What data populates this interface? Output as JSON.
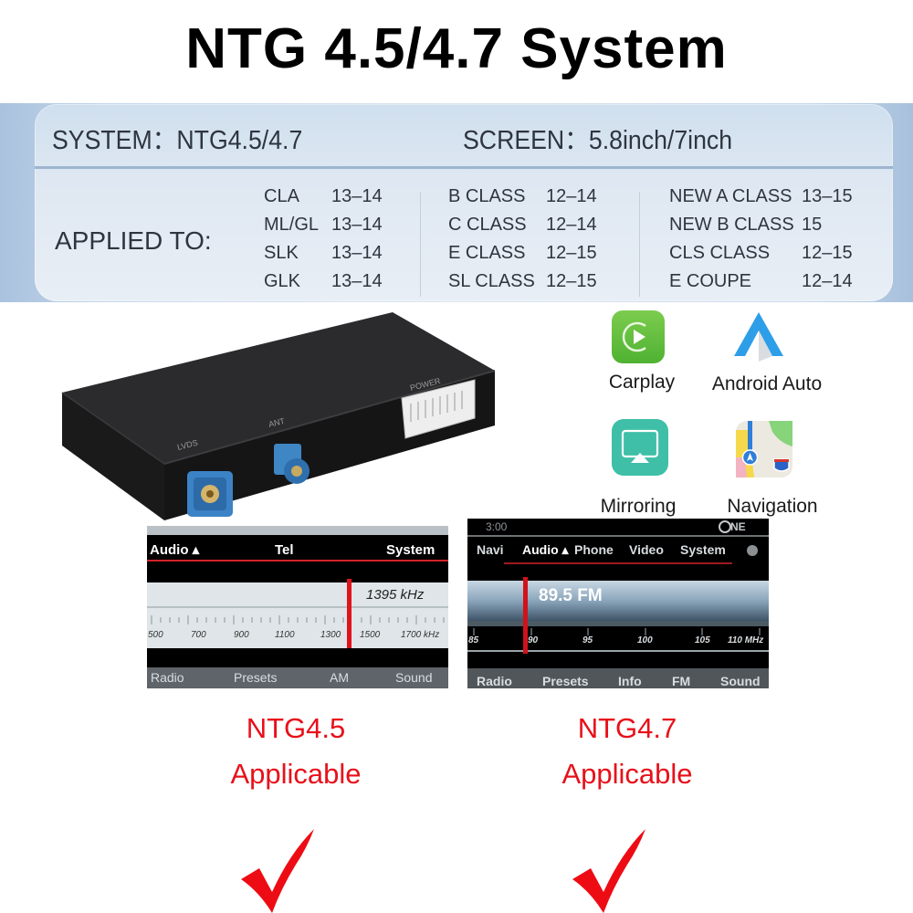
{
  "title": "NTG 4.5/4.7 System",
  "specs": {
    "system_label": "SYSTEM：NTG4.5/4.7",
    "screen_label": "SCREEN：5.8inch/7inch",
    "applied_to_label": "APPLIED TO:",
    "columns": [
      [
        {
          "model": "CLA",
          "years": "13–14"
        },
        {
          "model": "ML/GL",
          "years": "13–14"
        },
        {
          "model": "SLK",
          "years": "13–14"
        },
        {
          "model": "GLK",
          "years": "13–14"
        }
      ],
      [
        {
          "model": "B CLASS",
          "years": "12–14"
        },
        {
          "model": "C CLASS",
          "years": "12–14"
        },
        {
          "model": "E CLASS",
          "years": "12–15"
        },
        {
          "model": "SL CLASS",
          "years": "12–15"
        }
      ],
      [
        {
          "model": "NEW A CLASS",
          "years": "13–15"
        },
        {
          "model": "NEW B CLASS",
          "years": "15"
        },
        {
          "model": "CLS CLASS",
          "years": "12–15"
        },
        {
          "model": "E COUPE",
          "years": "12–14"
        }
      ]
    ]
  },
  "device": {
    "ports": [
      "LVDS",
      "ANT",
      "POWER"
    ]
  },
  "features": [
    {
      "label": "Carplay",
      "icon": "carplay-icon"
    },
    {
      "label": "Android Auto",
      "icon": "android-auto-icon"
    },
    {
      "label": "Mirroring",
      "icon": "mirroring-icon"
    },
    {
      "label": "Navigation",
      "icon": "navigation-icon"
    }
  ],
  "screens": {
    "ntg45": {
      "top_menu": [
        "Audio ▴",
        "Tel",
        "System"
      ],
      "frequency": "1395 kHz",
      "scale": [
        "500",
        "700",
        "900",
        "1100",
        "1300",
        "1500",
        "1700 kHz"
      ],
      "bottom_menu": [
        "Radio",
        "Presets",
        "AM",
        "Sound"
      ]
    },
    "ntg47": {
      "time": "3:00",
      "compass": "NE",
      "top_menu": [
        "Navi",
        "Audio ▴",
        "Phone",
        "Video",
        "System"
      ],
      "frequency": "89.5 FM",
      "scale": [
        "85",
        "90",
        "95",
        "100",
        "105",
        "110 MHz"
      ],
      "bottom_menu": [
        "Radio",
        "Presets",
        "Info",
        "FM",
        "Sound"
      ]
    }
  },
  "compatibility": [
    {
      "version": "NTG4.5",
      "status": "Applicable"
    },
    {
      "version": "NTG4.7",
      "status": "Applicable"
    }
  ],
  "colors": {
    "accent_red": "#e8101a",
    "panel_text": "#2e3540",
    "panel_bg": "#dbe6f1"
  }
}
